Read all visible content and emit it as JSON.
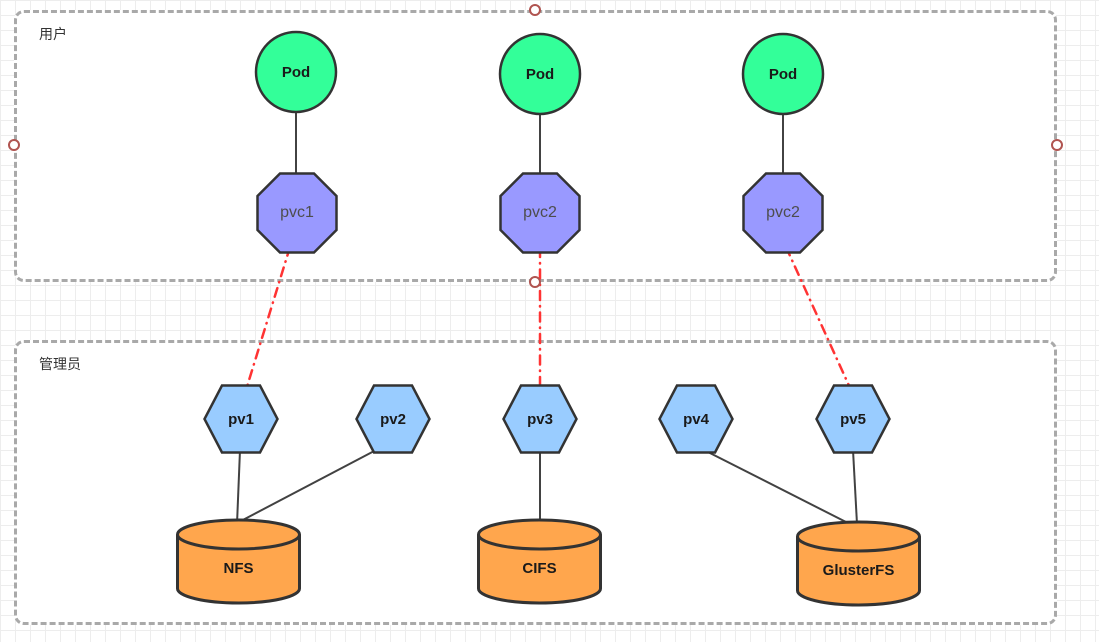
{
  "diagram": {
    "title": "Kubernetes PV/PVC storage diagram",
    "containers": [
      {
        "id": "users",
        "label": "用户"
      },
      {
        "id": "admins",
        "label": "管理员"
      }
    ],
    "pods": [
      {
        "label": "Pod"
      },
      {
        "label": "Pod"
      },
      {
        "label": "Pod"
      }
    ],
    "pvcs": [
      {
        "label": "pvc1"
      },
      {
        "label": "pvc2"
      },
      {
        "label": "pvc2"
      }
    ],
    "pvs": [
      {
        "label": "pv1"
      },
      {
        "label": "pv2"
      },
      {
        "label": "pv3"
      },
      {
        "label": "pv4"
      },
      {
        "label": "pv5"
      }
    ],
    "storages": [
      {
        "label": "NFS"
      },
      {
        "label": "CIFS"
      },
      {
        "label": "GlusterFS"
      }
    ],
    "edges": {
      "solid_black": [
        {
          "from": "pod-1",
          "to": "pvc-1"
        },
        {
          "from": "pod-2",
          "to": "pvc-2"
        },
        {
          "from": "pod-3",
          "to": "pvc-3"
        },
        {
          "from": "pv1",
          "to": "NFS"
        },
        {
          "from": "pv2",
          "to": "NFS"
        },
        {
          "from": "pv3",
          "to": "CIFS"
        },
        {
          "from": "pv4",
          "to": "GlusterFS"
        },
        {
          "from": "pv5",
          "to": "GlusterFS"
        }
      ],
      "dashdot_red": [
        {
          "from": "pvc1",
          "to": "pv1"
        },
        {
          "from": "pvc2",
          "to": "pv3"
        },
        {
          "from": "pvc2",
          "to": "pv5"
        }
      ]
    },
    "colors": {
      "pod_fill": "#33FF99",
      "pvc_fill": "#9999FF",
      "pv_fill": "#99CCFF",
      "storage_fill": "#FFA64D",
      "shape_stroke": "#333333",
      "edge_solid": "#424242",
      "edge_claim_red": "#FF3333",
      "container_border": "#A9A9A9",
      "connection_point": "#B05450",
      "grid_line": "#EDEDED"
    }
  }
}
